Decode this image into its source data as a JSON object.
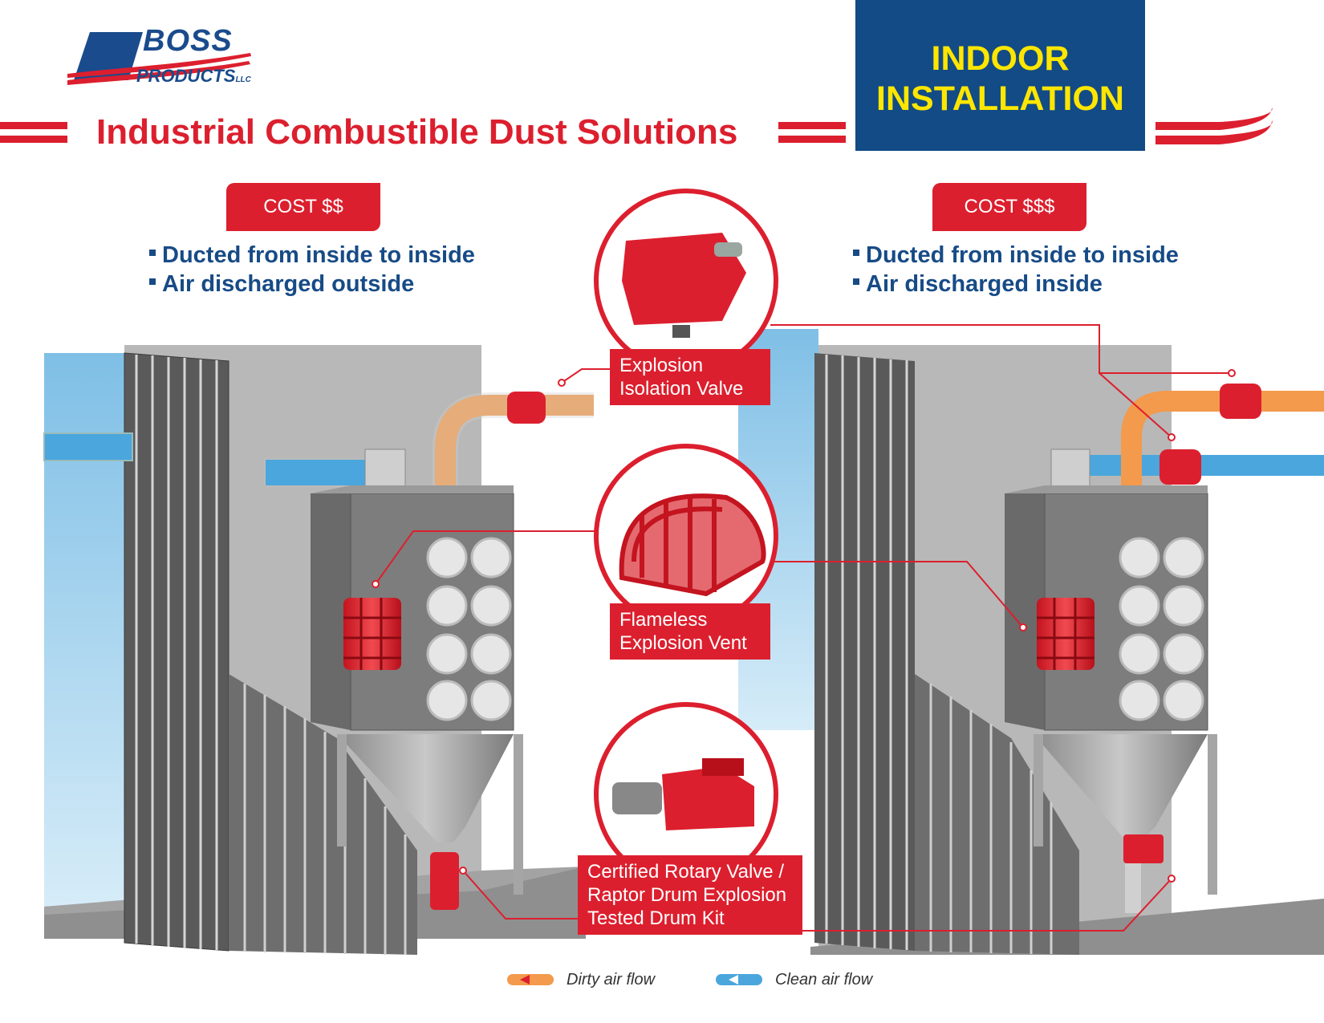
{
  "logo": {
    "brand": "BOSS",
    "sub": "PRODUCTS",
    "llc": "LLC"
  },
  "title": "Industrial Combustible Dust Solutions",
  "banner": {
    "line1": "INDOOR",
    "line2": "INSTALLATION"
  },
  "left_panel": {
    "cost": "COST $$",
    "bullets": [
      "Ducted from inside to inside",
      "Air discharged outside"
    ]
  },
  "right_panel": {
    "cost": "COST $$$",
    "bullets": [
      "Ducted from inside to inside",
      "Air discharged inside"
    ]
  },
  "callouts": {
    "explosion_isolation_valve": {
      "line1": "Explosion",
      "line2": "Isolation Valve"
    },
    "flameless_explosion_vent": {
      "line1": "Flameless",
      "line2": "Explosion Vent"
    },
    "rotary_valve": {
      "line1": "Certified Rotary Valve /",
      "line2": "Raptor Drum Explosion",
      "line3": "Tested Drum Kit"
    }
  },
  "legend": {
    "dirty": "Dirty air flow",
    "clean": "Clean air flow"
  },
  "colors": {
    "brand_red": "#dc1f2e",
    "brand_blue": "#124b85",
    "banner_text": "#ffe600",
    "dirty_air": "#f39a4c",
    "clean_air": "#4aa6dc"
  }
}
